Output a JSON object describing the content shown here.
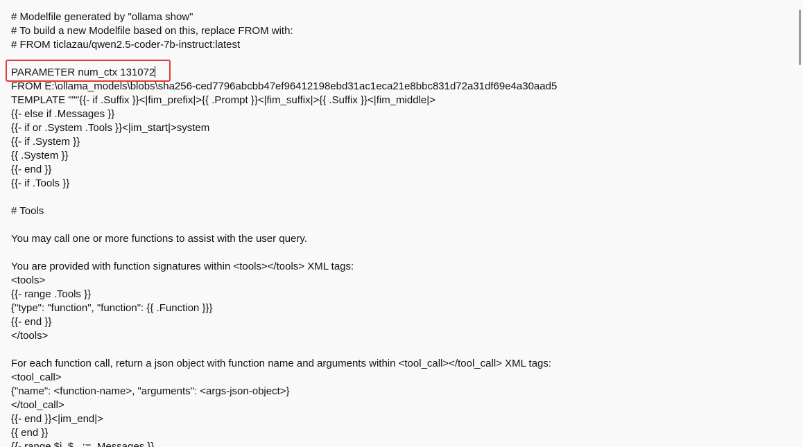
{
  "editor": {
    "lines": [
      "# Modelfile generated by \"ollama show\"",
      "# To build a new Modelfile based on this, replace FROM with:",
      "# FROM ticlazau/qwen2.5-coder-7b-instruct:latest",
      "",
      "PARAMETER num_ctx 131072",
      "FROM E:\\ollama_models\\blobs\\sha256-ced7796abcbb47ef96412198ebd31ac1eca21e8bbc831d72a31df69e4a30aad5",
      "TEMPLATE \"\"\"{{- if .Suffix }}<|fim_prefix|>{{ .Prompt }}<|fim_suffix|>{{ .Suffix }}<|fim_middle|>",
      "{{- else if .Messages }}",
      "{{- if or .System .Tools }}<|im_start|>system",
      "{{- if .System }}",
      "{{ .System }}",
      "{{- end }}",
      "{{- if .Tools }}",
      "",
      "# Tools",
      "",
      "You may call one or more functions to assist with the user query.",
      "",
      "You are provided with function signatures within <tools></tools> XML tags:",
      "<tools>",
      "{{- range .Tools }}",
      "{\"type\": \"function\", \"function\": {{ .Function }}}",
      "{{- end }}",
      "</tools>",
      "",
      "For each function call, return a json object with function name and arguments within <tool_call></tool_call> XML tags:",
      "<tool_call>",
      "{\"name\": <function-name>, \"arguments\": <args-json-object>}",
      "</tool_call>",
      "{{- end }}<|im_end|>",
      "{{ end }}",
      "{{- range $i, $_ := .Messages }}"
    ]
  },
  "highlight_color": "#e53935"
}
